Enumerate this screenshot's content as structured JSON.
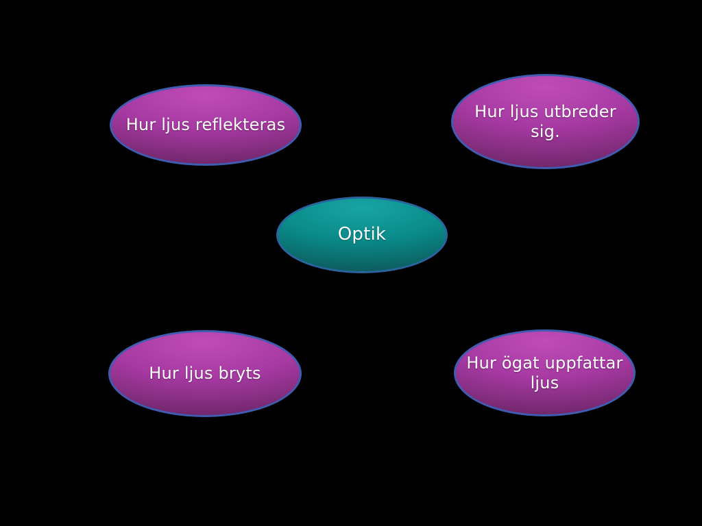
{
  "page": {
    "background_color": "#000000",
    "text_color": "#ffffff"
  },
  "diagram": {
    "type": "mind-map",
    "title": "Optik",
    "nodes": [
      {
        "id": "optik",
        "role": "center",
        "label": "Optik",
        "shape": "ellipse",
        "colors": {
          "fill_top": "#17a4a2",
          "fill_mid": "#0a8c8b",
          "fill_bottom": "#0d4b4d",
          "border": "#2a649e",
          "text": "#ffffff"
        }
      },
      {
        "id": "hur-ljus-reflekteras",
        "role": "branch",
        "label": "Hur ljus reflekteras",
        "shape": "ellipse",
        "colors": {
          "fill_top": "#bf4cb8",
          "fill_mid": "#a639a2",
          "fill_bottom": "#5e2158",
          "border": "#3f5cb0",
          "text": "#ffffff"
        }
      },
      {
        "id": "hur-ljus-utbreder-sig",
        "role": "branch",
        "label": "Hur ljus utbreder\nsig.",
        "shape": "ellipse",
        "colors": {
          "fill_top": "#bf4cb8",
          "fill_mid": "#a639a2",
          "fill_bottom": "#5e2158",
          "border": "#3f5cb0",
          "text": "#ffffff"
        }
      },
      {
        "id": "hur-ljus-bryts",
        "role": "branch",
        "label": "Hur ljus bryts",
        "shape": "ellipse",
        "colors": {
          "fill_top": "#bf4cb8",
          "fill_mid": "#a639a2",
          "fill_bottom": "#5e2158",
          "border": "#3f5cb0",
          "text": "#ffffff"
        }
      },
      {
        "id": "hur-ogat-uppfattar-ljus",
        "role": "branch",
        "label": "Hur ögat uppfattar\nljus",
        "shape": "ellipse",
        "colors": {
          "fill_top": "#bf4cb8",
          "fill_mid": "#a639a2",
          "fill_bottom": "#5e2158",
          "border": "#3f5cb0",
          "text": "#ffffff"
        }
      }
    ]
  }
}
